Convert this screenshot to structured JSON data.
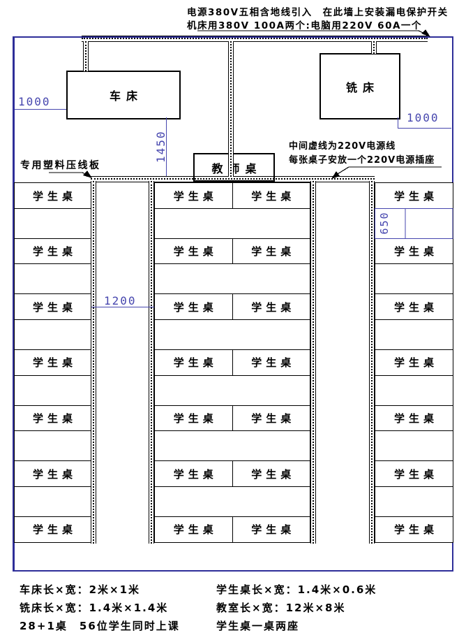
{
  "colors": {
    "wall": "#2e2e99",
    "dimension": "#4646ae",
    "ink": "#000000"
  },
  "notes": {
    "power_top_1": "电源380V五相含地线引入　在此墙上安装漏电保护开关",
    "power_top_2": "机床用380V 100A两个:电脑用220V 60A一个",
    "mid_1": "中间虚线为220V电源线",
    "mid_2": "每张桌子安放一个220V电源插座",
    "wire_board": "专用塑料压线板"
  },
  "labels": {
    "lathe": "车床",
    "mill": "铣床",
    "teacher_desk": "教师桌",
    "student_desk": "学生桌"
  },
  "dimensions": {
    "lathe_left": "1000",
    "mill_right": "1000",
    "lathe_below": "1450",
    "aisle": "1200",
    "row_gap": "650"
  },
  "legend": {
    "left": [
      "车床长×宽：2米×1米",
      "铣床长×宽：1.4米×1.4米",
      "28+1桌　56位学生同时上课"
    ],
    "right": [
      "学生桌长×宽：1.4米×0.6米",
      "教室长×宽：12米×8米",
      "学生桌一桌两座"
    ]
  },
  "rows": [
    "desk",
    "gap",
    "desk",
    "gap",
    "desk",
    "gap",
    "desk",
    "gap",
    "desk",
    "gap",
    "desk",
    "gap",
    "desk"
  ]
}
